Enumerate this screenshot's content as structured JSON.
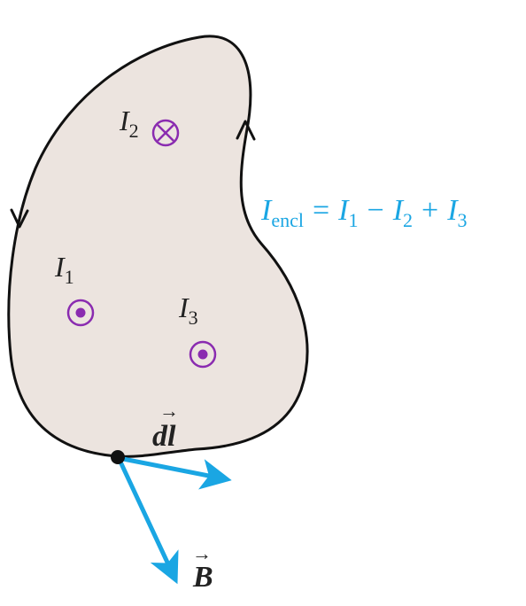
{
  "colors": {
    "loop_fill": "#ece4df",
    "loop_stroke": "#111111",
    "current_symbol": "#8a2bb0",
    "vector": "#1aa6e3",
    "equation": "#1aa6e3",
    "label": "#222222"
  },
  "currents": [
    {
      "symbol": "I",
      "subscript": "1",
      "direction": "out-of-page"
    },
    {
      "symbol": "I",
      "subscript": "2",
      "direction": "into-page"
    },
    {
      "symbol": "I",
      "subscript": "3",
      "direction": "out-of-page"
    }
  ],
  "equation": {
    "lhs_symbol": "I",
    "lhs_subscript": "encl",
    "equals": "=",
    "t1_symbol": "I",
    "t1_subscript": "1",
    "minus": "−",
    "t2_symbol": "I",
    "t2_subscript": "2",
    "plus": "+",
    "t3_symbol": "I",
    "t3_subscript": "3"
  },
  "vectors": {
    "dl_label": "d",
    "dl_label_l": "l",
    "dl_arrow": "→",
    "b_label": "B",
    "b_arrow": "→"
  }
}
